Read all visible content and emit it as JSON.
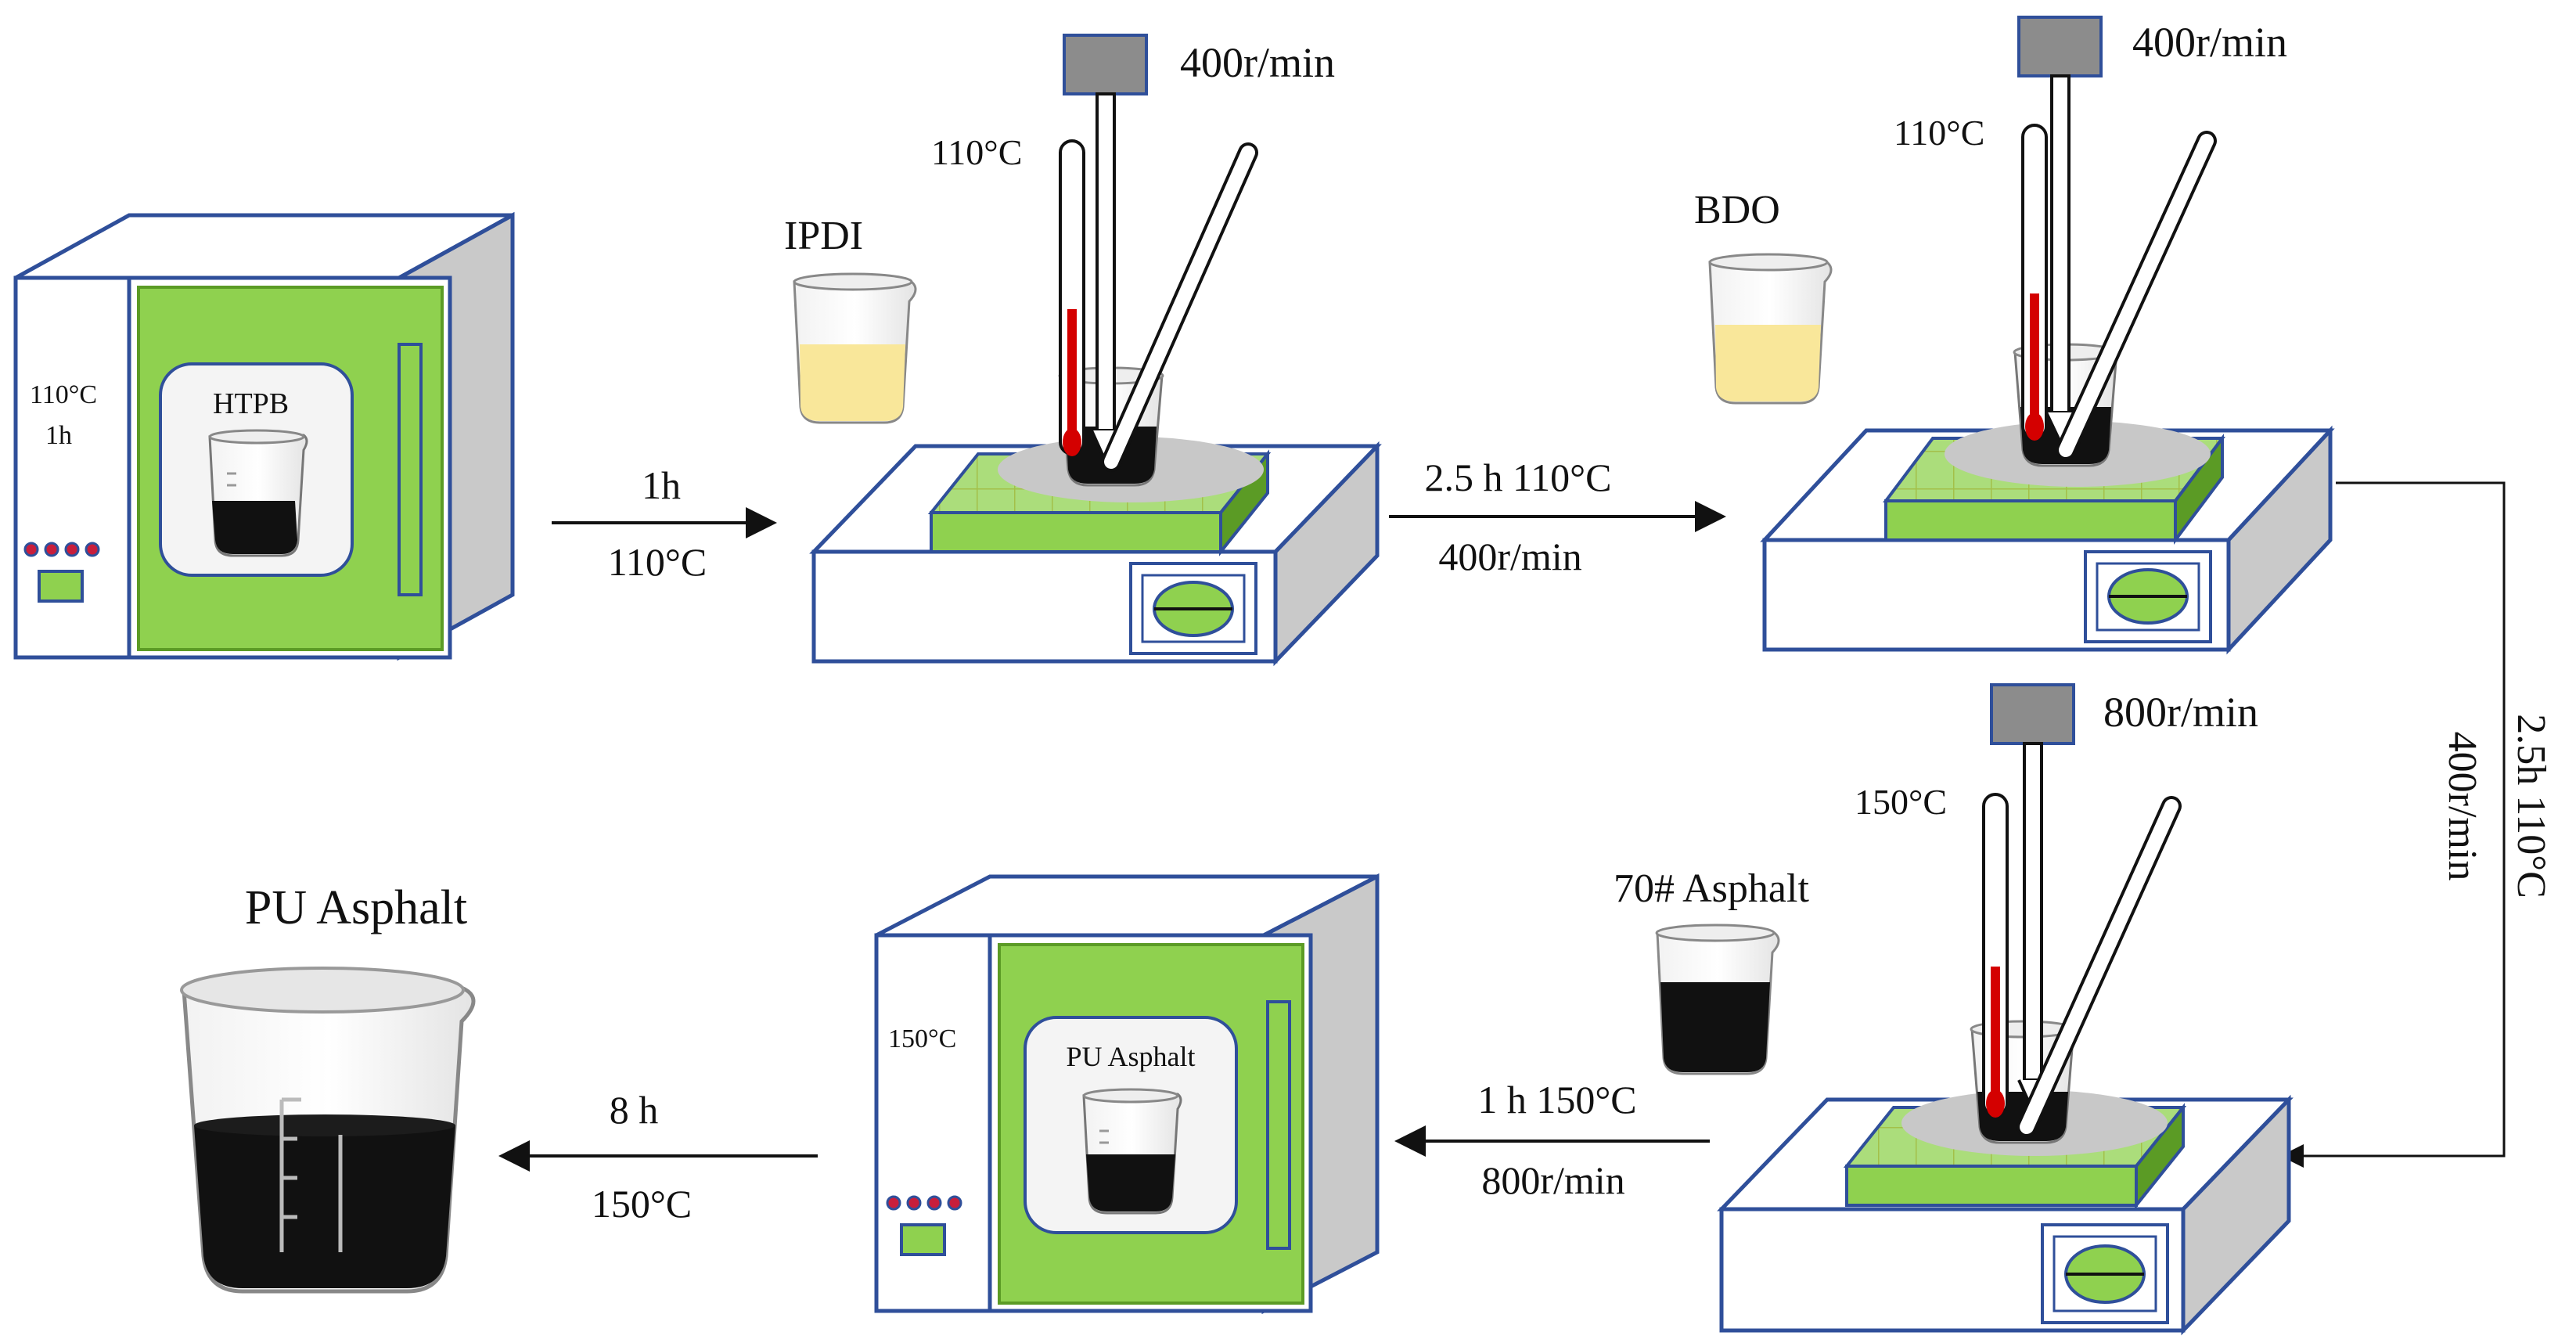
{
  "colors": {
    "green": "#8fd14f",
    "green_dark": "#5b9b25",
    "outline": "#2f4f9a",
    "side_grey": "#c9c9c9",
    "plate_grey": "#c8c8c8",
    "asphalt": "#111111",
    "liquid_yellow": "#f9e79a",
    "mercury": "#d40000",
    "dot": "#c81e3c",
    "arrow": "#111111"
  },
  "icons": [
    "drying-oven-icon",
    "magnetic-stirrer-icon",
    "thermometer-icon",
    "overhead-stirrer-motor-icon",
    "beaker-icon",
    "arrow-icon"
  ],
  "oven1": {
    "temp": "110°C",
    "time": "1h",
    "sample": "HTPB"
  },
  "step1": {
    "name": "IPDI",
    "temp": "110°C",
    "speed": "400r/min"
  },
  "step2": {
    "name": "BDO",
    "temp": "110°C",
    "speed": "400r/min"
  },
  "step3": {
    "name": "70# Asphalt",
    "temp": "150°C",
    "speed": "800r/min"
  },
  "oven2": {
    "temp": "150°C",
    "sample": "PU Asphalt"
  },
  "product": {
    "name": "PU Asphalt"
  },
  "arrows": {
    "a1": {
      "top": "1h",
      "bottom": "110°C"
    },
    "a2": {
      "top": "2.5 h 110°C",
      "bottom": "400r/min"
    },
    "a3": {
      "outer": "2.5h 110°C",
      "inner": "400r/min"
    },
    "a4": {
      "top": "1 h 150°C",
      "bottom": "800r/min"
    },
    "a5": {
      "top": "8 h",
      "bottom": "150°C"
    }
  }
}
